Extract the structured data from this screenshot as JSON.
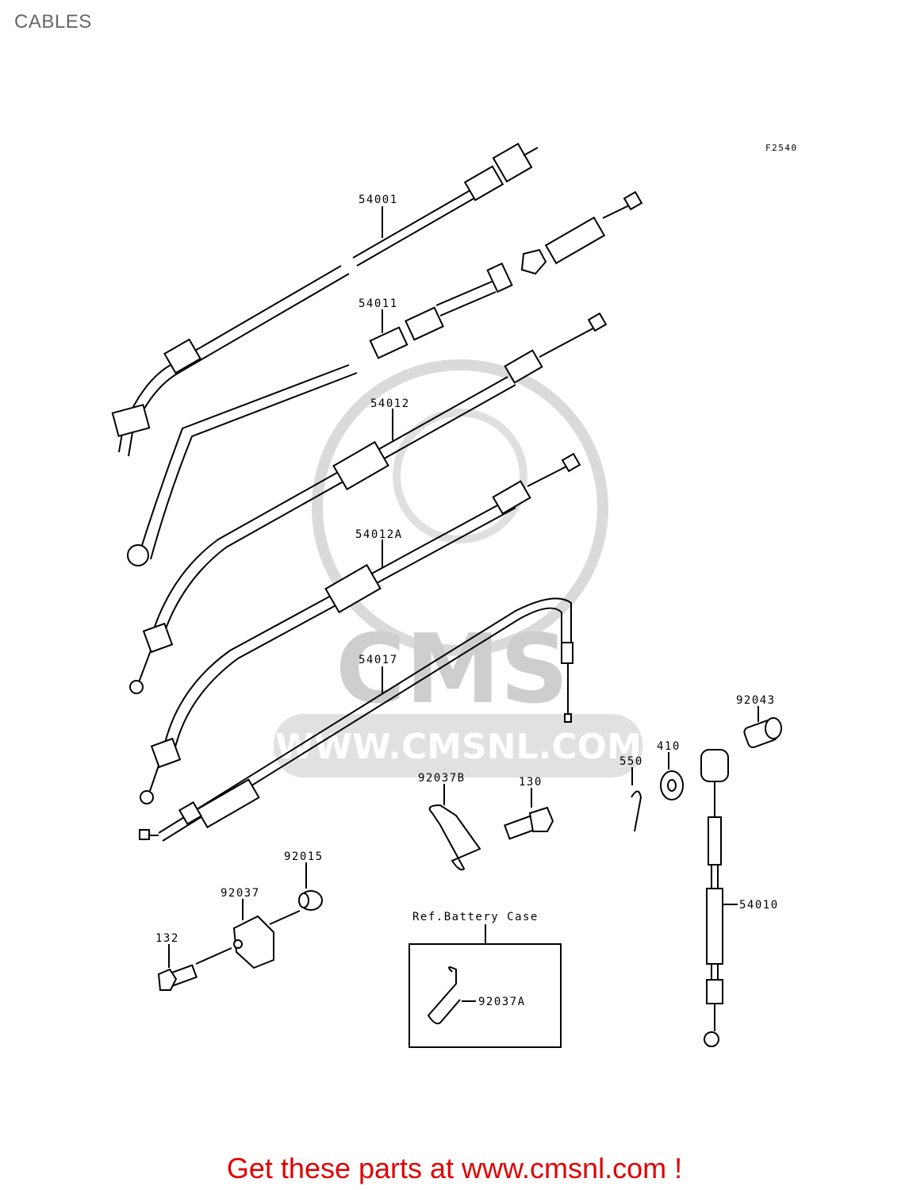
{
  "page": {
    "title": "CABLES"
  },
  "diagram": {
    "figure_code": "F2540",
    "parts": [
      {
        "id": "54001"
      },
      {
        "id": "54011"
      },
      {
        "id": "54012"
      },
      {
        "id": "54012A"
      },
      {
        "id": "54017"
      },
      {
        "id": "92043"
      },
      {
        "id": "410"
      },
      {
        "id": "550"
      },
      {
        "id": "130"
      },
      {
        "id": "92037B"
      },
      {
        "id": "92015"
      },
      {
        "id": "92037"
      },
      {
        "id": "132"
      },
      {
        "id": "54010"
      },
      {
        "id": "92037A"
      }
    ],
    "ref_box": {
      "label": "Ref.Battery Case"
    }
  },
  "watermark": {
    "brand": "CMS",
    "url": "WWW.CMSNL.COM"
  },
  "footer": {
    "text": "Get these parts at www.cmsnl.com !",
    "color": "#e00000"
  }
}
